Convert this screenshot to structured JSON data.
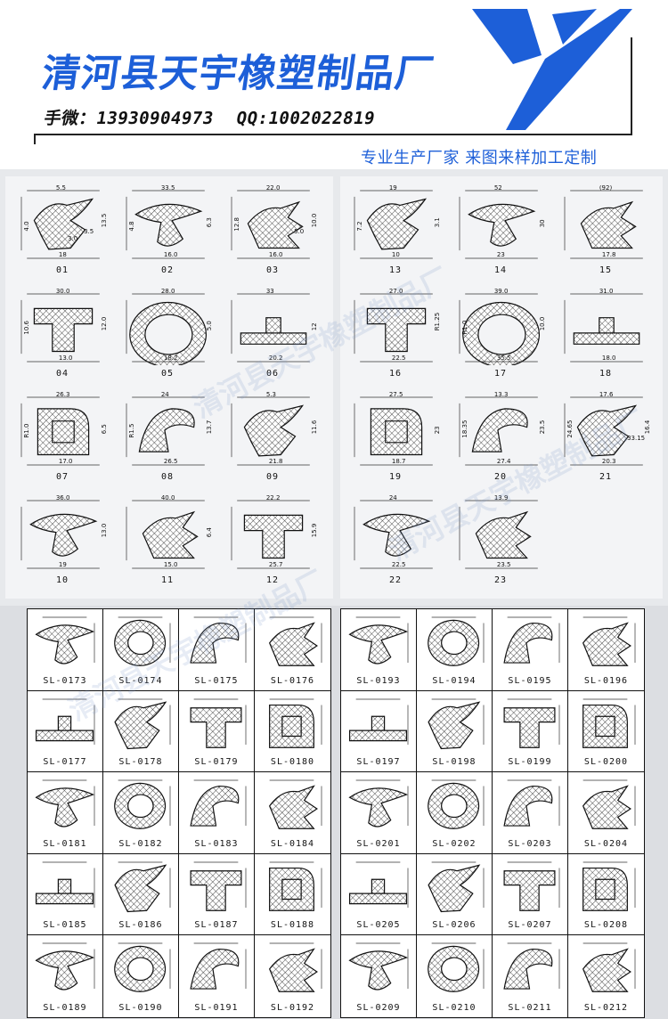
{
  "header": {
    "company_name": "清河县天宇橡塑制品厂",
    "phone_label": "手微：",
    "phone": "13930904973",
    "qq_label": "QQ:",
    "qq": "1002022819",
    "slogan": "专业生产厂家  来图来样加工定制",
    "brand_color": "#1d5fd8"
  },
  "watermark": "清河县天宇橡塑制品厂",
  "left_panel": {
    "items": [
      {
        "code": "01",
        "dims": [
          "5.5",
          "13.5",
          "4.0",
          "3.5",
          "3.0",
          "18"
        ]
      },
      {
        "code": "02",
        "dims": [
          "33.5",
          "6.3",
          "4.8",
          "16.0"
        ]
      },
      {
        "code": "03",
        "dims": [
          "22.0",
          "10.0",
          "12.8",
          "5.0",
          "16.0"
        ]
      },
      {
        "code": "04",
        "dims": [
          "30.0",
          "12.0",
          "10.6",
          "13.0"
        ]
      },
      {
        "code": "05",
        "dims": [
          "28.0",
          "5.0",
          "18.2"
        ]
      },
      {
        "code": "06",
        "dims": [
          "33",
          "12",
          "20.2"
        ]
      },
      {
        "code": "07",
        "dims": [
          "26.3",
          "6.5",
          "R1.0",
          "17.0"
        ]
      },
      {
        "code": "08",
        "dims": [
          "24",
          "13.7",
          "R1.5",
          "26.5"
        ]
      },
      {
        "code": "09",
        "dims": [
          "5.3",
          "11.6",
          "21.8"
        ]
      },
      {
        "code": "10",
        "dims": [
          "36.0",
          "13.0",
          "19"
        ]
      },
      {
        "code": "11",
        "dims": [
          "40.0",
          "6.4",
          "15.0"
        ]
      },
      {
        "code": "12",
        "dims": [
          "22.2",
          "15.9",
          "25.7"
        ]
      }
    ]
  },
  "right_panel": {
    "items": [
      {
        "code": "13",
        "dims": [
          "19",
          "3.1",
          "7.2",
          "10"
        ]
      },
      {
        "code": "14",
        "dims": [
          "52",
          "30",
          "23"
        ]
      },
      {
        "code": "15",
        "dims": [
          "(92)",
          "17.8"
        ]
      },
      {
        "code": "16",
        "dims": [
          "27.0",
          "R1.25",
          "22.5"
        ]
      },
      {
        "code": "17",
        "dims": [
          "39.0",
          "10.0",
          "R1.0",
          "35.5"
        ]
      },
      {
        "code": "18",
        "dims": [
          "31.0",
          "18.0"
        ]
      },
      {
        "code": "19",
        "dims": [
          "27.5",
          "23",
          "18.7"
        ]
      },
      {
        "code": "20",
        "dims": [
          "13.3",
          "23.5",
          "18.35",
          "27.4"
        ]
      },
      {
        "code": "21",
        "dims": [
          "17.6",
          "16.4",
          "24.65",
          "33.15",
          "20.3"
        ]
      },
      {
        "code": "22",
        "dims": [
          "24",
          "22.5"
        ]
      },
      {
        "code": "23",
        "dims": [
          "13.9",
          "23.5"
        ]
      }
    ]
  },
  "left_table": [
    "SL-0173",
    "SL-0174",
    "SL-0175",
    "SL-0176",
    "SL-0177",
    "SL-0178",
    "SL-0179",
    "SL-0180",
    "SL-0181",
    "SL-0182",
    "SL-0183",
    "SL-0184",
    "SL-0185",
    "SL-0186",
    "SL-0187",
    "SL-0188",
    "SL-0189",
    "SL-0190",
    "SL-0191",
    "SL-0192"
  ],
  "right_table": [
    "SL-0193",
    "SL-0194",
    "SL-0195",
    "SL-0196",
    "SL-0197",
    "SL-0198",
    "SL-0199",
    "SL-0200",
    "SL-0201",
    "SL-0202",
    "SL-0203",
    "SL-0204",
    "SL-0205",
    "SL-0206",
    "SL-0207",
    "SL-0208",
    "SL-0209",
    "SL-0210",
    "SL-0211",
    "SL-0212"
  ]
}
